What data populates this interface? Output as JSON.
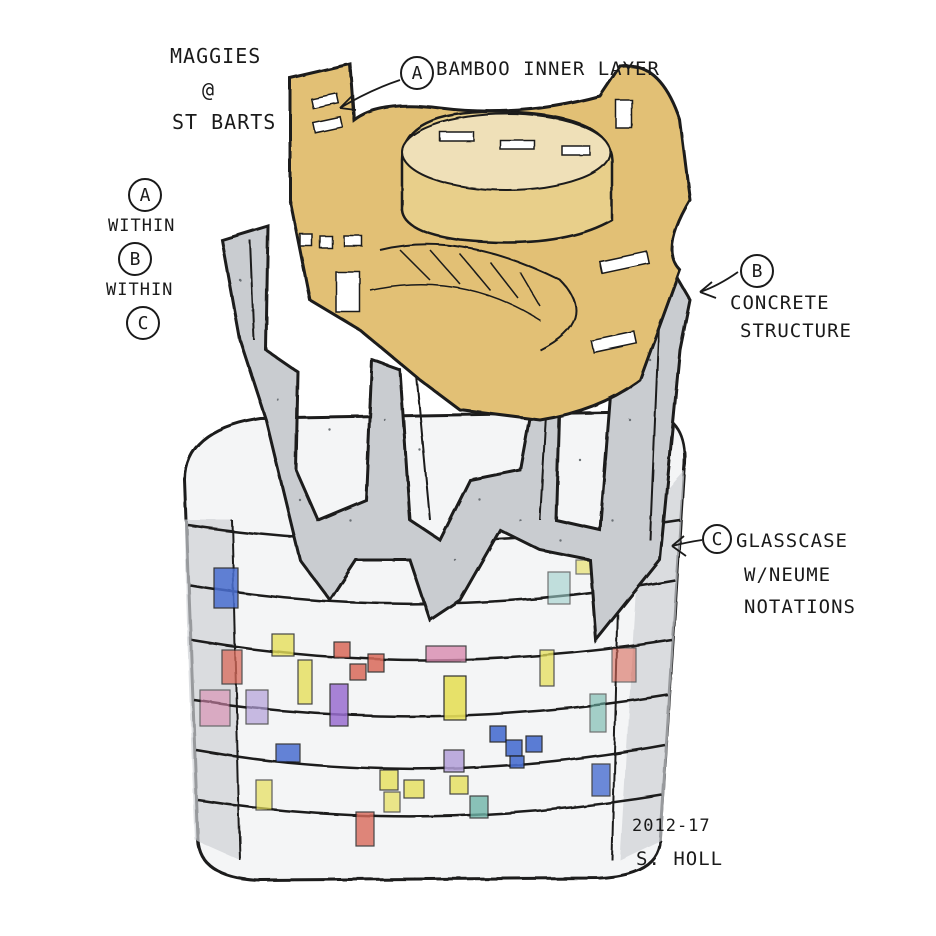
{
  "title": {
    "line1": "MAGGIES",
    "line2": "@",
    "line3": "ST BARTS"
  },
  "nesting": {
    "a": "A",
    "within1": "WITHIN",
    "b": "B",
    "within2": "WITHIN",
    "c": "C"
  },
  "callouts": {
    "a": {
      "letter": "A",
      "text": "BAMBOO INNER LAYER"
    },
    "b": {
      "letter": "B",
      "line1": "CONCRETE",
      "line2": "STRUCTURE"
    },
    "c": {
      "letter": "C",
      "line1": "GLASSCASE",
      "line2": "W/NEUME",
      "line3": "NOTATIONS"
    }
  },
  "signature": {
    "date": "2012-17",
    "name": "S. HOLL"
  },
  "colors": {
    "ink": "#1a1a1a",
    "bamboo": "#d9b45a",
    "concrete": "#c9ccd0",
    "glass": "#f4f5f6",
    "neume_blue": "#4a6fd1",
    "neume_red": "#d96a5a",
    "neume_yellow": "#e6df5a",
    "neume_purple": "#9a6fd1",
    "neume_teal": "#6fb5a8"
  }
}
